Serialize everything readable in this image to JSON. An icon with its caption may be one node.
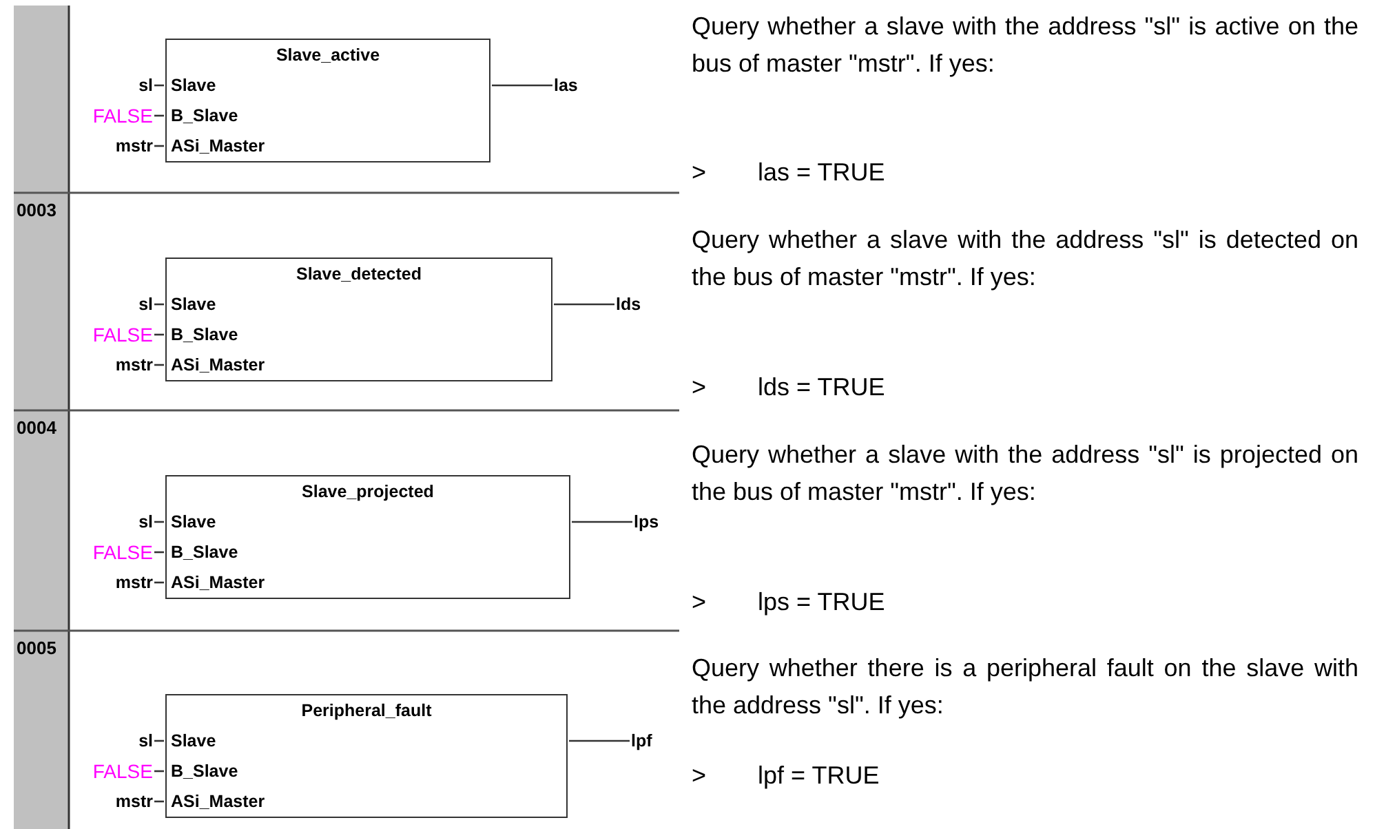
{
  "diagram": {
    "nodes": [
      {
        "text": [
          "Slave_active",
          "Slave",
          "B_Slave",
          "ASi_Master"
        ]
      },
      {
        "text": [
          "sl"
        ]
      },
      {
        "text": [
          "FALSE"
        ]
      },
      {
        "text": [
          "mstr"
        ]
      },
      {
        "text": [
          "las"
        ]
      },
      {
        "text": [
          "Slave_detected",
          "Slave",
          "B_Slave",
          "ASi_Master"
        ]
      },
      {
        "text": [
          "sl"
        ]
      },
      {
        "text": [
          "FALSE"
        ]
      },
      {
        "text": [
          "mstr"
        ]
      },
      {
        "text": [
          "lds"
        ]
      },
      {
        "text": [
          "Slave_projected",
          "Slave",
          "B_Slave",
          "ASi_Master"
        ]
      },
      {
        "text": [
          "sl"
        ]
      },
      {
        "text": [
          "FALSE"
        ]
      },
      {
        "text": [
          "mstr"
        ]
      },
      {
        "text": [
          "lps"
        ]
      },
      {
        "text": [
          "Peripheral_fault",
          "Slave",
          "B_Slave",
          "ASi_Master"
        ]
      },
      {
        "text": [
          "sl"
        ]
      },
      {
        "text": [
          "FALSE"
        ]
      },
      {
        "text": [
          "mstr"
        ]
      },
      {
        "text": [
          "lpf"
        ]
      }
    ],
    "edges": [
      {
        "from": 1,
        "to": 0,
        "arrow": "none"
      },
      {
        "from": 2,
        "to": 0,
        "arrow": "none"
      },
      {
        "from": 3,
        "to": 0,
        "arrow": "none"
      },
      {
        "from": 0,
        "to": 4,
        "arrow": "none"
      },
      {
        "from": 6,
        "to": 5,
        "arrow": "none"
      },
      {
        "from": 7,
        "to": 5,
        "arrow": "none"
      },
      {
        "from": 8,
        "to": 5,
        "arrow": "none"
      },
      {
        "from": 5,
        "to": 9,
        "arrow": "none"
      },
      {
        "from": 11,
        "to": 10,
        "arrow": "none"
      },
      {
        "from": 12,
        "to": 10,
        "arrow": "none"
      },
      {
        "from": 13,
        "to": 10,
        "arrow": "none"
      },
      {
        "from": 10,
        "to": 14,
        "arrow": "none"
      },
      {
        "from": 16,
        "to": 15,
        "arrow": "none"
      },
      {
        "from": 17,
        "to": 15,
        "arrow": "none"
      },
      {
        "from": 18,
        "to": 15,
        "arrow": "none"
      },
      {
        "from": 15,
        "to": 19,
        "arrow": "none"
      }
    ],
    "labels": [
      "Query whether a slave with the address \"sl\" is active on the bus of master \"mstr\". If yes:",
      ">",
      "las = TRUE",
      "0003",
      "Query whether a slave with the address \"sl\" is detected on the bus of master \"mstr\". If yes:",
      ">",
      "lds = TRUE",
      "0004",
      "Query whether a slave with the address \"sl\" is projected on the bus of master \"mstr\". If yes:",
      ">",
      "lps = TRUE",
      "0005",
      "Query whether there is a peripheral fault on the slave with the address \"sl\". If yes:",
      ">",
      "lpf = TRUE"
    ]
  }
}
